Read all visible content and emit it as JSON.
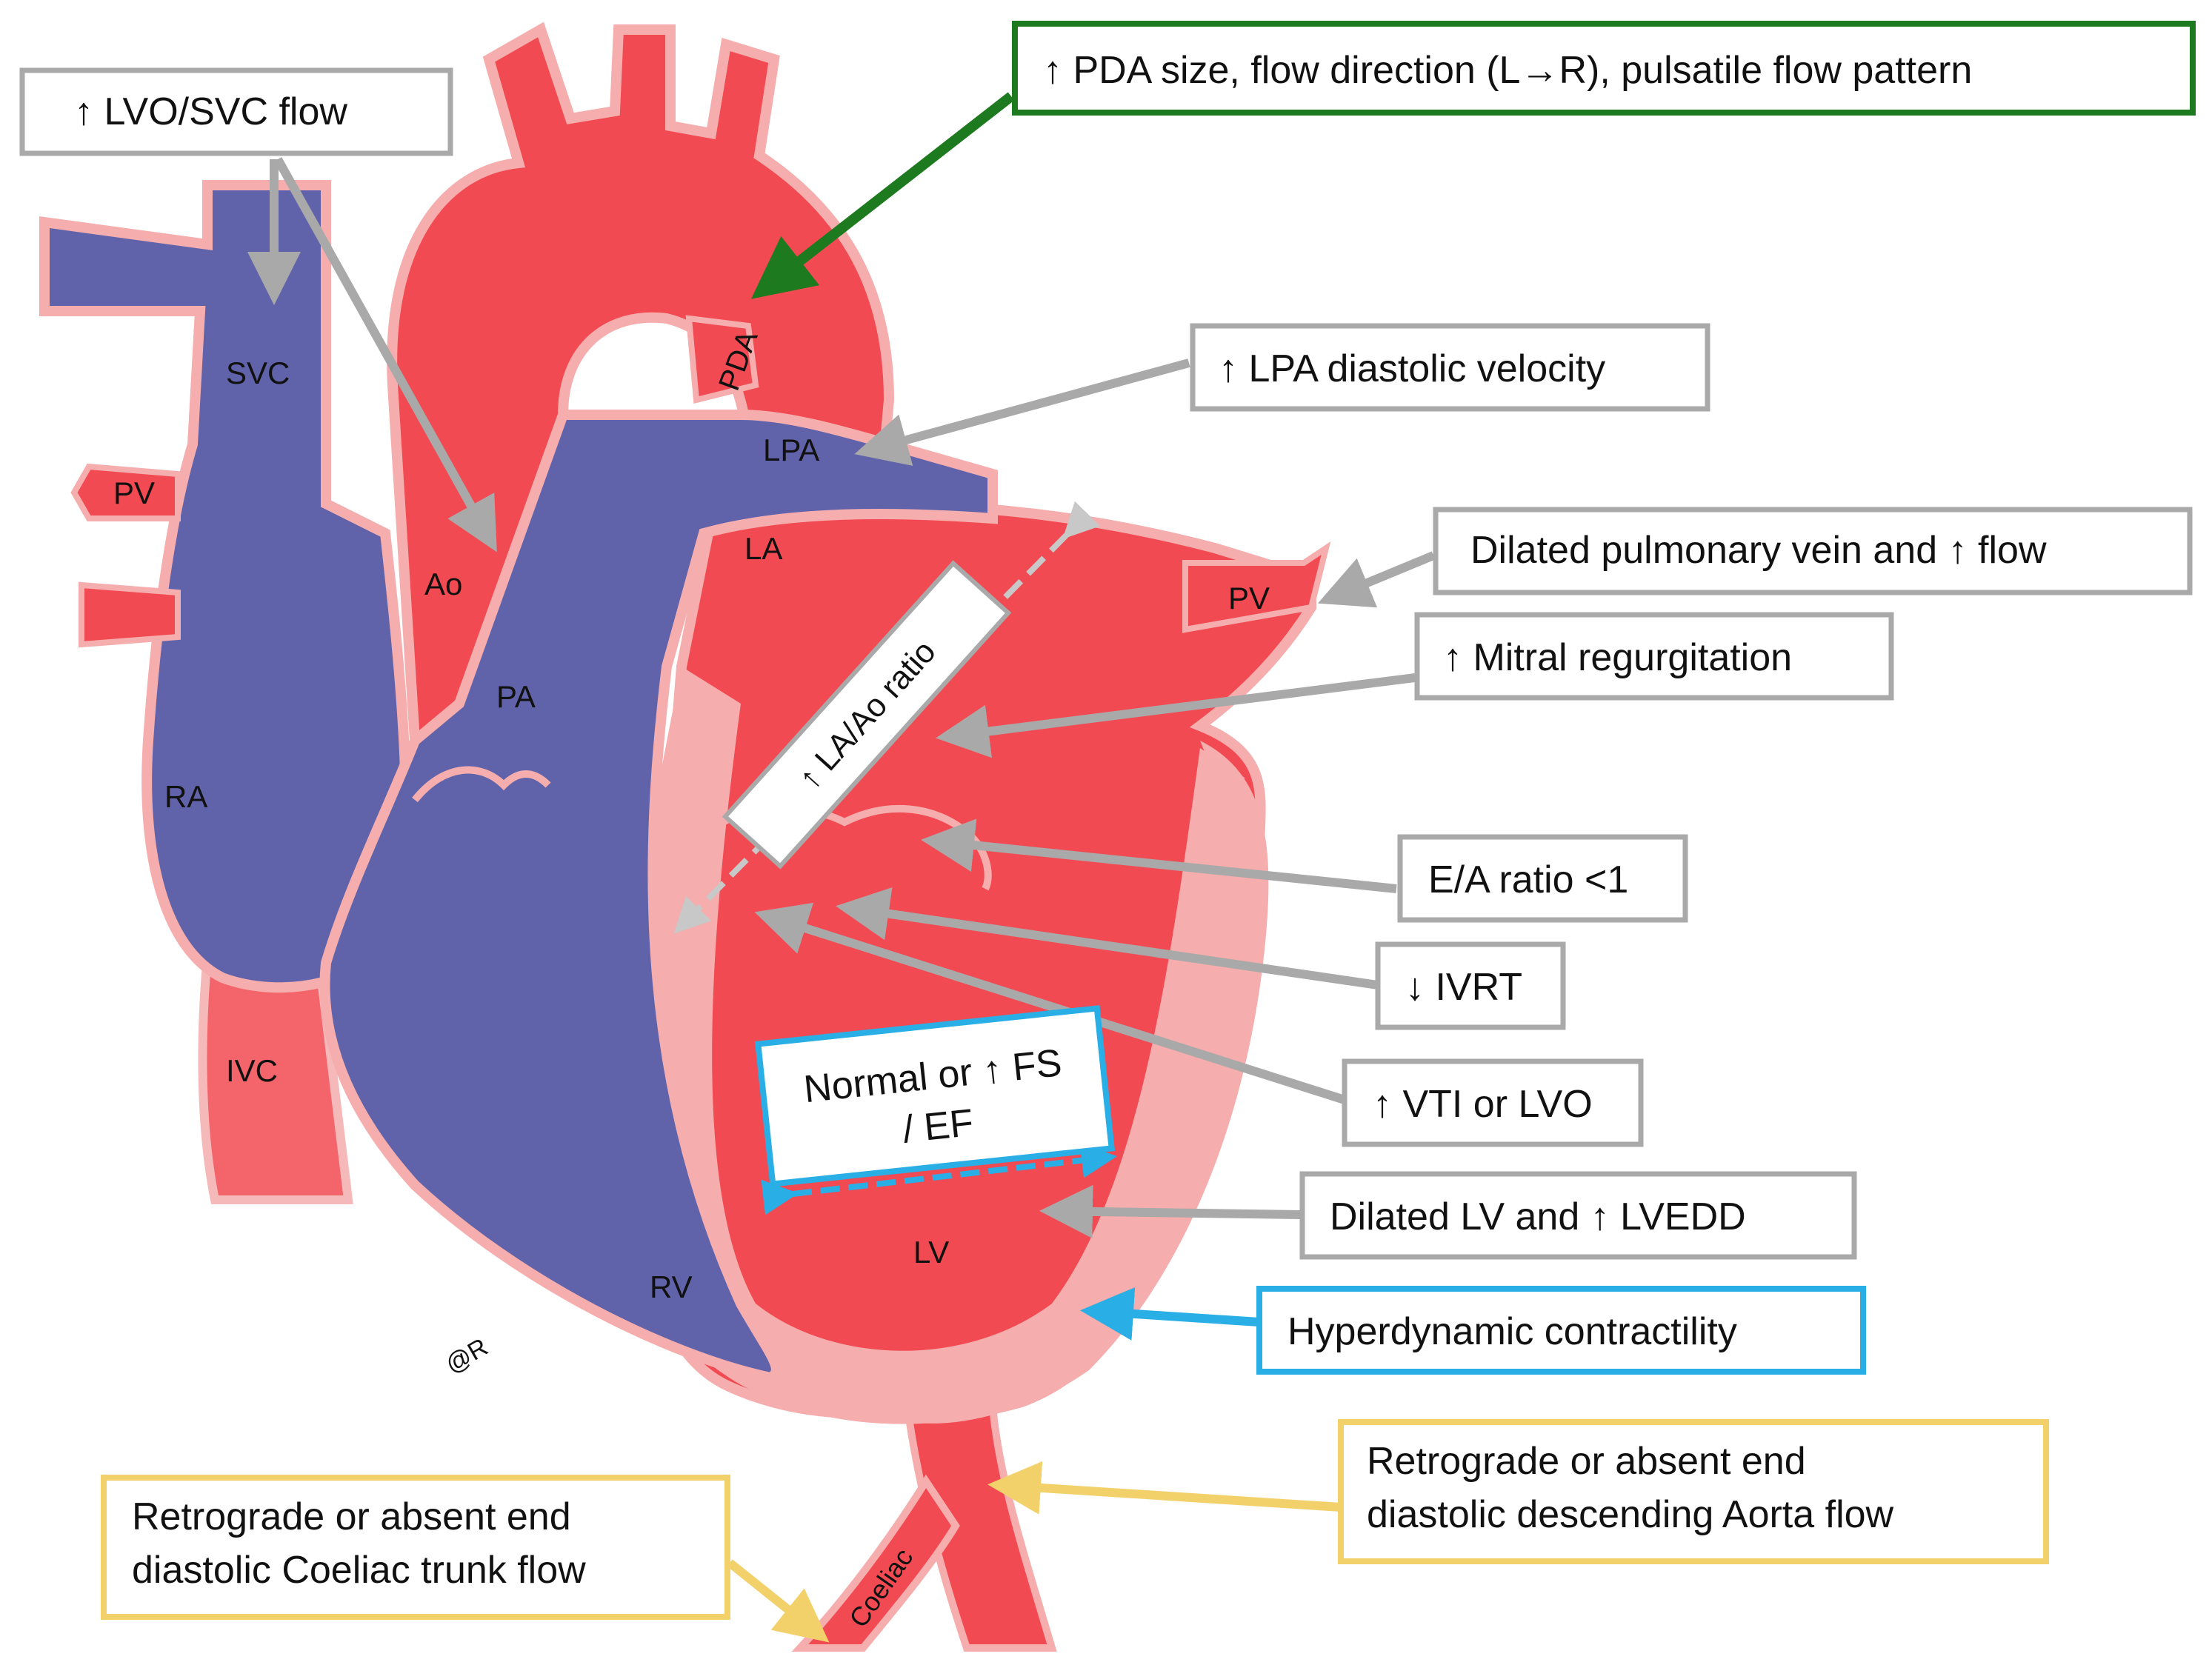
{
  "colors": {
    "oxygenated": "#f24a52",
    "deoxygenated": "#6163aa",
    "outline": "#f5adad",
    "grey_annotation": "#a9a9a9",
    "green_annotation": "#1e7a1e",
    "blue_annotation": "#29aee6",
    "yellow_annotation": "#f2d16b"
  },
  "anatomy": {
    "svc": "SVC",
    "pv_left": "PV",
    "pv_right": "PV",
    "ra": "RA",
    "ivc": "IVC",
    "ao": "Ao",
    "pa": "PA",
    "pda": "PDA",
    "lpa": "LPA",
    "la": "LA",
    "rv": "RV",
    "lv": "LV",
    "coeliac": "Coeliac",
    "signature": "@R"
  },
  "annotations": {
    "lvo_svc_flow": "↑ LVO/SVC flow",
    "pda_size": "↑ PDA size, flow direction (L→R), pulsatile flow pattern",
    "lpa_velocity": "↑ LPA diastolic velocity",
    "pulmonary_vein": "Dilated pulmonary vein and ↑ flow",
    "mitral_regurgitation": "↑ Mitral regurgitation",
    "la_ao_ratio": "↑ LA/Ao ratio",
    "ea_ratio": "E/A ratio <1",
    "ivrt": "↓ IVRT",
    "vti_lvo": "↑ VTI or LVO",
    "fs_ef_line1": "Normal or ↑ FS",
    "fs_ef_line2": "/ EF",
    "dilated_lv": "Dilated LV and ↑ LVEDD",
    "hyperdynamic": "Hyperdynamic contractility",
    "aorta_flow_line1": "Retrograde or absent end",
    "aorta_flow_line2": "diastolic descending Aorta flow",
    "coeliac_flow_line1": "Retrograde or absent end",
    "coeliac_flow_line2": "diastolic Coeliac trunk flow"
  }
}
